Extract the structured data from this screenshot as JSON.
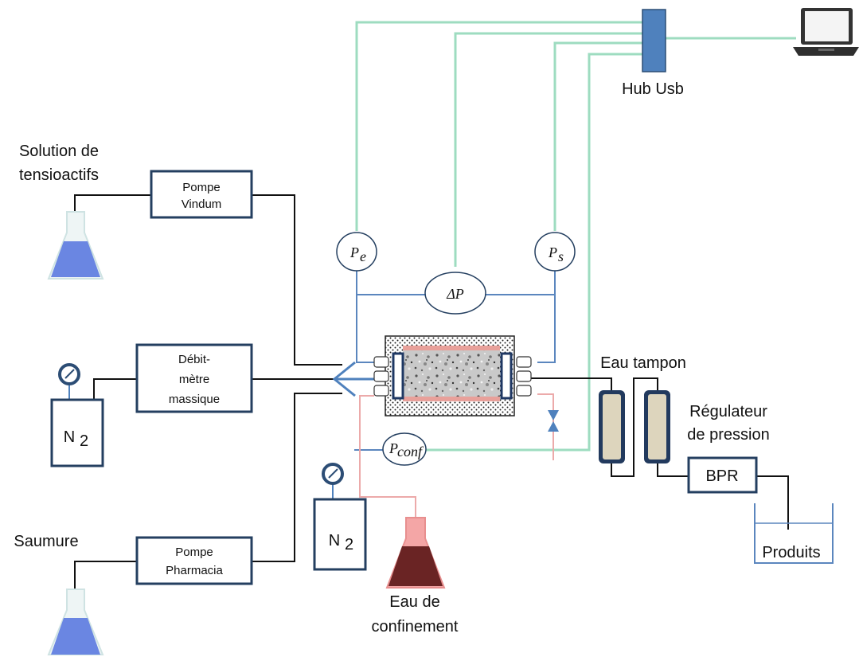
{
  "labels": {
    "hub": "Hub Usb",
    "surfactant_solution_line1": "Solution de",
    "surfactant_solution_line2": "tensioactifs",
    "brine": "Saumure",
    "confinement_water_line1": "Eau de",
    "confinement_water_line2": "confinement",
    "buffer_water": "Eau tampon",
    "pressure_regulator_line1": "Régulateur",
    "pressure_regulator_line2": "de pression",
    "products": "Produits"
  },
  "boxes": {
    "pump_vindum_line1": "Pompe",
    "pump_vindum_line2": "Vindum",
    "flowmeter_line1": "Débit-",
    "flowmeter_line2": "mètre",
    "flowmeter_line3": "massique",
    "pump_pharmacia_line1": "Pompe",
    "pump_pharmacia_line2": "Pharmacia",
    "bpr": "BPR",
    "n2_main": "N",
    "n2_sub": "2",
    "n2_conf_main": "N",
    "n2_conf_sub": "2"
  },
  "gauges": {
    "p_inlet": "P",
    "p_inlet_sub": "e",
    "p_outlet": "P",
    "p_outlet_sub": "s",
    "delta_p": "ΔP",
    "p_conf": "P",
    "p_conf_sub": "conf"
  },
  "colors": {
    "data_cable": "#9edcc0",
    "pressure_line": "#5b86be",
    "confinement_line": "#ecaaaa",
    "fluid_line": "#111111",
    "box_border": "#243f60",
    "surfactant_liquid": "#6a86e2",
    "confinement_liquid": "#6a2424",
    "buffer_cylinder": "#ddd5bd"
  }
}
